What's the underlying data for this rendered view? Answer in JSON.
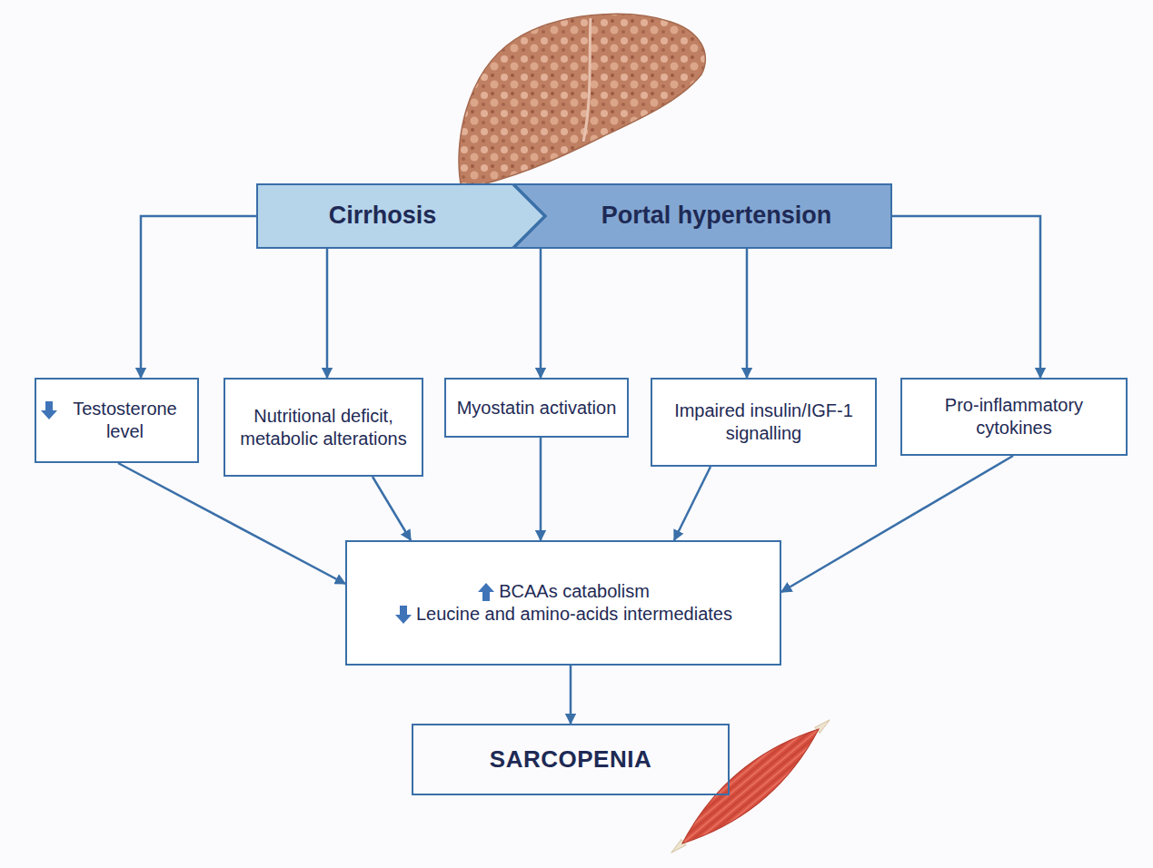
{
  "diagram": {
    "nodes": [
      {
        "text": [
          "Cirrhosis"
        ]
      },
      {
        "text": [
          "Portal hypertension"
        ]
      },
      {
        "text": [
          "Testosterone level"
        ]
      },
      {
        "text": [
          "Nutritional deficit, metabolic alterations"
        ]
      },
      {
        "text": [
          "Myostatin activation"
        ]
      },
      {
        "text": [
          "Impaired insulin/IGF-1 signalling"
        ]
      },
      {
        "text": [
          "Pro-inflammatory cytokines"
        ]
      },
      {
        "text": [
          "BCAAs catabolism",
          "Leucine and amino-acids intermediates"
        ]
      },
      {
        "text": [
          "SARCOPENIA"
        ]
      }
    ],
    "edges": [
      {
        "from": 0,
        "to": 2,
        "arrow": "to"
      },
      {
        "from": 0,
        "to": 3,
        "arrow": "to"
      },
      {
        "from": 1,
        "to": 4,
        "arrow": "to"
      },
      {
        "from": 1,
        "to": 5,
        "arrow": "to"
      },
      {
        "from": 1,
        "to": 6,
        "arrow": "to"
      },
      {
        "from": 2,
        "to": 7,
        "arrow": "to"
      },
      {
        "from": 3,
        "to": 7,
        "arrow": "to"
      },
      {
        "from": 4,
        "to": 7,
        "arrow": "to"
      },
      {
        "from": 5,
        "to": 7,
        "arrow": "to"
      },
      {
        "from": 6,
        "to": 7,
        "arrow": "to"
      },
      {
        "from": 7,
        "to": 8,
        "arrow": "to"
      }
    ]
  }
}
